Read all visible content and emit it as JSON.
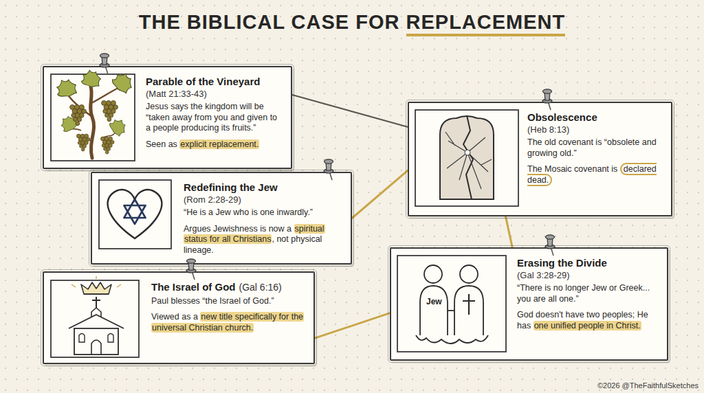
{
  "diagram": {
    "title": "THE BIBLICAL CASE FOR REPLACEMENT",
    "nodes": [
      {
        "text": [
          "Parable of the Vineyard",
          "(Matt 21:33-43)",
          "Jesus says the kingdom will be “taken away from you and given to a people producing its fruits.”",
          "Seen as explicit replacement."
        ]
      },
      {
        "text": [
          "Redefining the Jew",
          "(Rom 2:28-29)",
          "“He is a Jew who is one inwardly.”",
          "Argues Jewishness is now a spiritual status for all Christians, not physical lineage."
        ]
      },
      {
        "text": [
          "The Israel of God",
          "(Gal 6:16)",
          "Paul blesses “the Israel of God.”",
          "Viewed as a new title specifically for the universal Christian church."
        ]
      },
      {
        "text": [
          "Obsolescence",
          "(Heb 8:13)",
          "The old covenant is “obsolete and growing old.”",
          "The Mosaic covenant is declared dead."
        ]
      },
      {
        "text": [
          "Erasing the Divide",
          "(Gal 3:28-29)",
          "“There is no longer Jew or Greek... you are all one.”",
          "God doesn't have two peoples; He has one unified people in Christ."
        ]
      }
    ],
    "edges": [
      {
        "from": 0,
        "to": 3,
        "arrow": "none"
      },
      {
        "from": 1,
        "to": 3,
        "arrow": "none"
      },
      {
        "from": 3,
        "to": 4,
        "arrow": "none"
      },
      {
        "from": 2,
        "to": 4,
        "arrow": "none"
      }
    ],
    "labels": [
      "Jew",
      "©2026 @TheFaithfulSketches"
    ]
  }
}
